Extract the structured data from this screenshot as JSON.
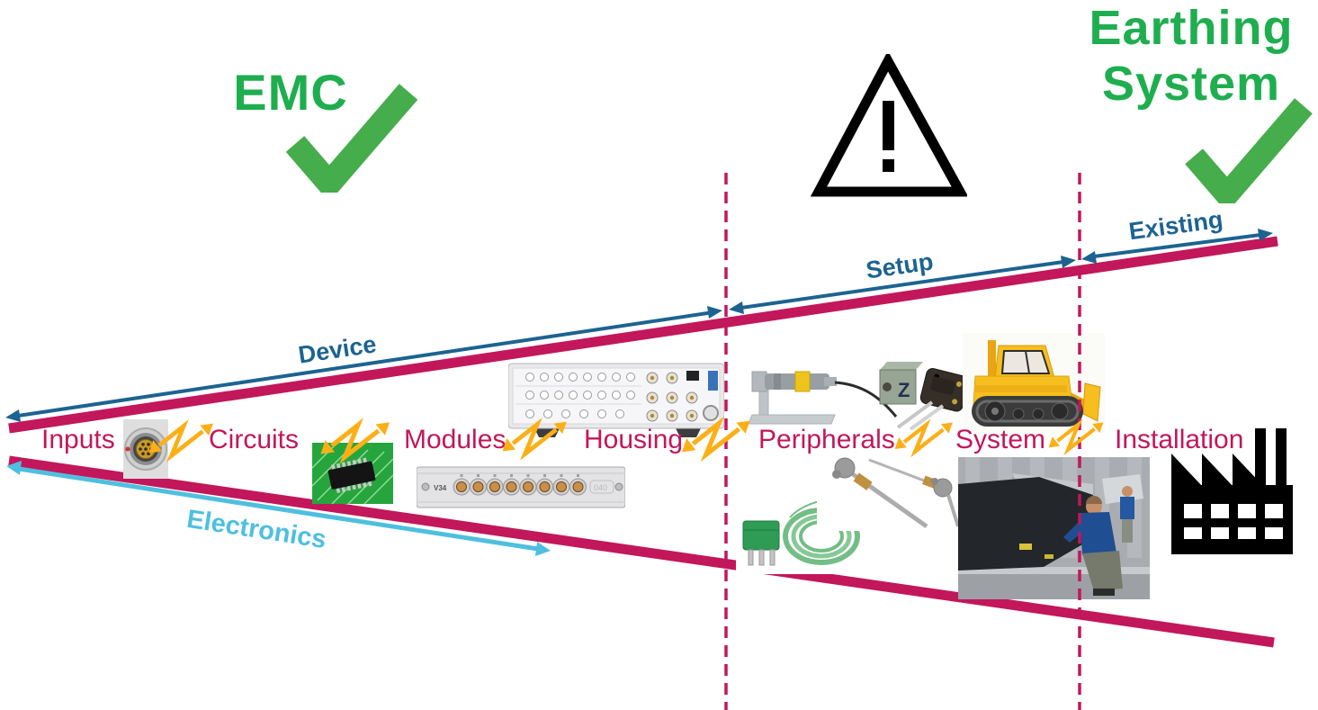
{
  "titles": {
    "emc": "EMC",
    "earthing_line1": "Earthing",
    "earthing_line2": "System"
  },
  "scope_arrows": {
    "device": "Device",
    "setup": "Setup",
    "existing": "Existing",
    "electronics": "Electronics"
  },
  "stages": [
    {
      "label": "Inputs"
    },
    {
      "label": "Circuits"
    },
    {
      "label": "Modules"
    },
    {
      "label": "Housing"
    },
    {
      "label": "Peripherals"
    },
    {
      "label": "System"
    },
    {
      "label": "Installation"
    }
  ],
  "module_panel": {
    "left_text": "V34",
    "right_text": "040"
  },
  "sensor_cube_text": "Z",
  "icons": {
    "emc_check": "green-checkmark",
    "earthing_check": "green-checkmark",
    "warning": "warning-triangle-exclamation",
    "stage_links": "yellow-zigzag-double-arrow",
    "factory": "factory-silhouette"
  },
  "colors": {
    "green": "#1FAE4F",
    "check_green": "#45AD4B",
    "crimson": "#C2175B",
    "dark_blue": "#1C6391",
    "light_blue": "#4EC0DF",
    "yellow": "#FCAF17",
    "black": "#000000"
  }
}
